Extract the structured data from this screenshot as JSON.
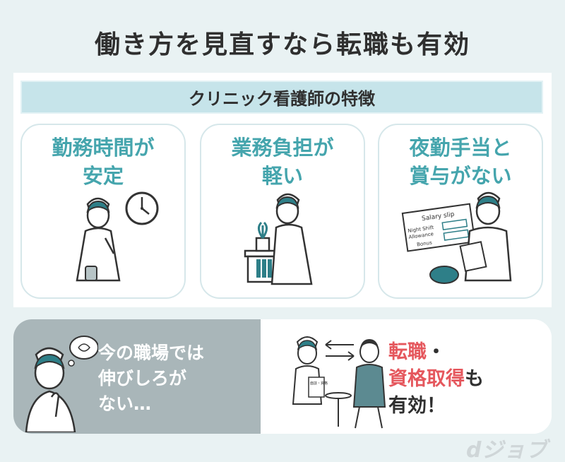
{
  "title": "働き方を見直すなら転職も有効",
  "panel": {
    "header": "クリニック看護師の特徴",
    "cards": [
      {
        "title": "勤務時間が\n安定"
      },
      {
        "title": "業務負担が\n軽い"
      },
      {
        "title": "夜勤手当と\n賞与がない"
      }
    ],
    "salary_slip": {
      "heading": "Salary slip",
      "row1": "Night Shift",
      "row2": "Allowance",
      "row3": "Bonus"
    }
  },
  "bottom": {
    "worry_text": "今の職場では\n伸びしろが\nない…",
    "solution_red_1": "転職",
    "solution_dot": "・",
    "solution_red_2": "資格取得",
    "solution_mo": "も",
    "solution_last": "有効！",
    "doc_label": "面談・資格"
  },
  "logo": "dジョブ",
  "colors": {
    "background": "#e9f2f3",
    "teal": "#45a5ad",
    "header_bg": "#c6e4ea",
    "gray_panel": "#a9b6b9",
    "red": "#e5575d"
  }
}
